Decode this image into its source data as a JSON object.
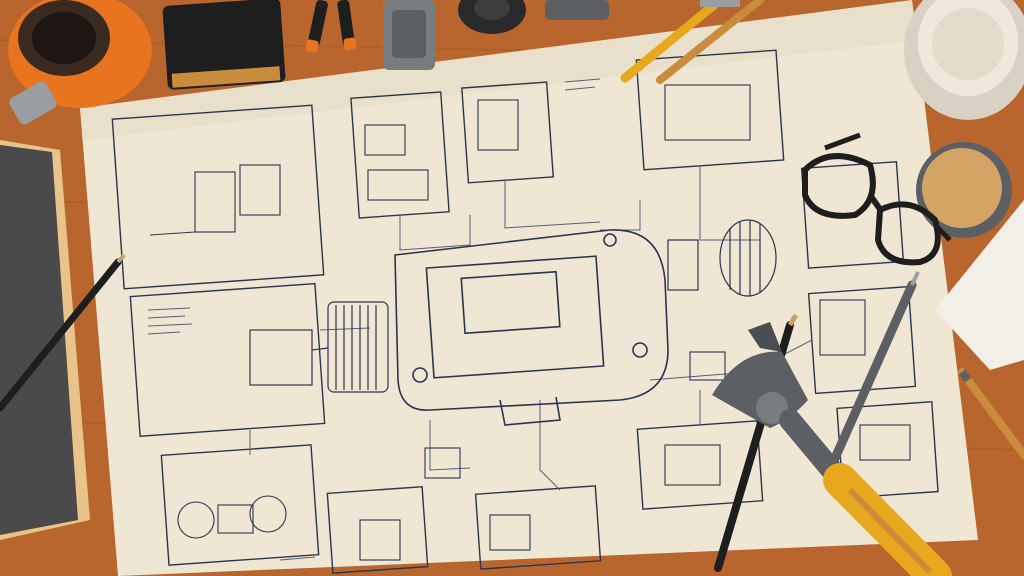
{
  "scene": {
    "subject": "engineering-blueprint-on-desk",
    "colors": {
      "desk": "#b8662e",
      "desk_dark": "#8e4a1f",
      "paper": "#efe6d4",
      "paper_shade": "#e2d6bf",
      "ink": "#2b3550",
      "ink_light": "#56607a",
      "orange": "#e8741f",
      "yellow": "#e7a81e",
      "steel": "#5c5f63",
      "steel_light": "#9a9ea3",
      "dark": "#1e1e1e"
    },
    "objects": [
      "blueprint-sheet",
      "tape-roll",
      "black-box",
      "markers",
      "metal-clip",
      "gear",
      "colored-pencils",
      "pencil-left",
      "notebook",
      "coffee-cup",
      "magnifier-lens",
      "eyeglasses",
      "wrench",
      "screwdriver",
      "black-pencil",
      "paper-corner-right"
    ]
  }
}
